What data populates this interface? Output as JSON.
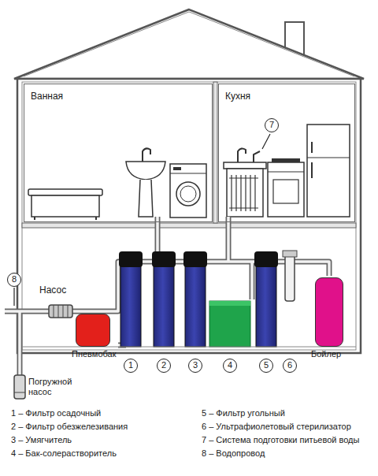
{
  "diagram": {
    "nodes": [
      {
        "text": [
          "Ванная"
        ]
      },
      {
        "text": [
          "Кухня"
        ]
      },
      {
        "text": [
          "Пневмобак"
        ]
      },
      {
        "text": [
          "Бойлер"
        ]
      }
    ],
    "labels": [
      "Насос",
      "8",
      "Погружной насос",
      "1",
      "2",
      "3",
      "4",
      "5",
      "6",
      "7",
      "1 – Фильтр осадочный",
      "2 – Фильтр обезжелезивания",
      "3 – Умягчитель",
      "4 – Бак-солерастворитель",
      "5 – Фильтр угольный",
      "6 – Ультрафиолетовый стерилизатор",
      "7 – Система подготовки питьевой воды",
      "8 – Водопровод"
    ]
  }
}
